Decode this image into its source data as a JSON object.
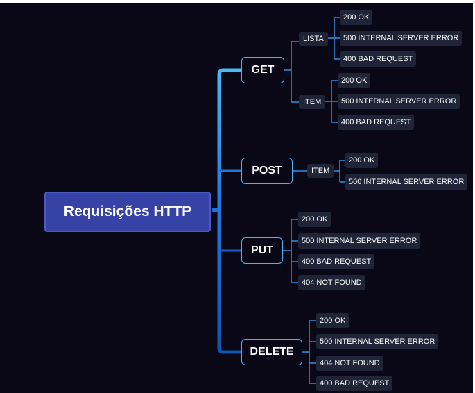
{
  "root": {
    "label": "Requisições HTTP"
  },
  "methods": {
    "get": {
      "label": "GET",
      "lista": {
        "label": "LISTA",
        "items": [
          "200 OK",
          "500 INTERNAL SERVER ERROR",
          "400 BAD REQUEST"
        ]
      },
      "item": {
        "label": "ITEM",
        "items": [
          "200 OK",
          "500 INTERNAL SERVER ERROR",
          "400 BAD REQUEST"
        ]
      }
    },
    "post": {
      "label": "POST",
      "item": {
        "label": "ITEM",
        "items": [
          "200 OK",
          "500 INTERNAL SERVER ERROR"
        ]
      }
    },
    "put": {
      "label": "PUT",
      "items": [
        "200 OK",
        "500 INTERNAL SERVER ERROR",
        "400 BAD REQUEST",
        "404 NOT FOUND"
      ]
    },
    "delete": {
      "label": "DELETE",
      "items": [
        "200 OK",
        "500 INTERNAL SERVER ERROR",
        "404 NOT FOUND",
        "400 BAD REQUEST"
      ]
    }
  },
  "colors": {
    "background": "#0a0816",
    "root_fill": "#3742a6",
    "node_border": "#4cb4f0",
    "leaf_fill": "#1f2437",
    "trunk": "#1a6fd0"
  }
}
